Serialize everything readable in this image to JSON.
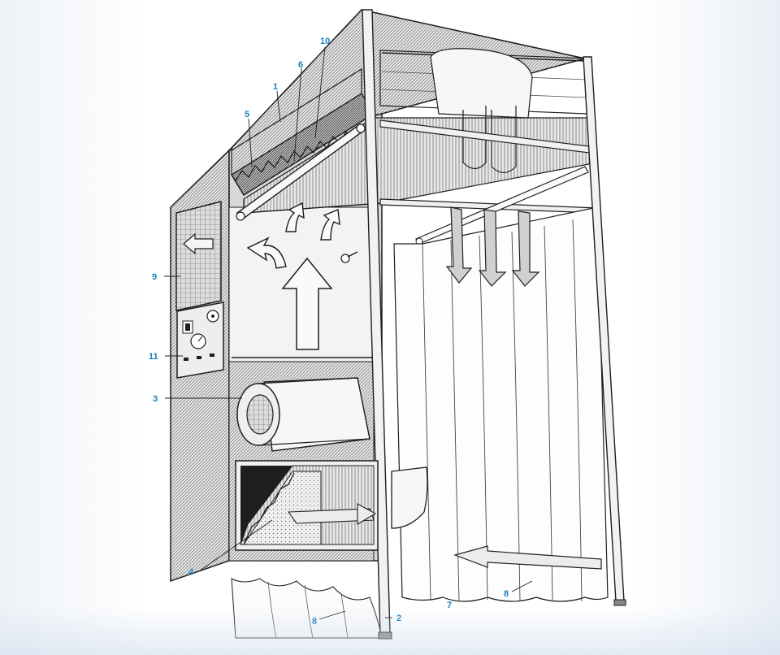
{
  "callouts": {
    "c1": "1",
    "c2": "2",
    "c3": "3",
    "c4": "4",
    "c5": "5",
    "c6": "6",
    "c7": "7",
    "c8a": "8",
    "c8b": "8",
    "c9": "9",
    "c10": "10",
    "c11": "11"
  },
  "colors": {
    "accent": "#1a7fbf",
    "line": "#1e1e1e",
    "airflow": "#f0f0f0"
  },
  "icons": [
    "airflow-arrow-up",
    "airflow-arrow-down",
    "exhaust-arrow-left",
    "return-arrow-horizontal"
  ]
}
